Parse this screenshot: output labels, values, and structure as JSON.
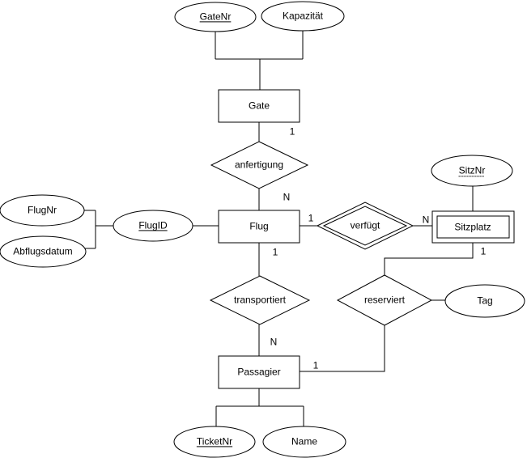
{
  "diagram": {
    "type": "er-diagram",
    "colors": {
      "background": "#ffffff",
      "stroke": "#000000",
      "text": "#000000"
    },
    "entities": {
      "gate": {
        "label": "Gate",
        "kind": "entity"
      },
      "flug": {
        "label": "Flug",
        "kind": "entity"
      },
      "sitzplatz": {
        "label": "Sitzplatz",
        "kind": "weak-entity"
      },
      "passagier": {
        "label": "Passagier",
        "kind": "entity"
      }
    },
    "relationships": {
      "anfertigung": {
        "label": "anfertigung",
        "kind": "relationship"
      },
      "verfuegt": {
        "label": "verfügt",
        "kind": "identifying-relationship"
      },
      "transportiert": {
        "label": "transportiert",
        "kind": "relationship"
      },
      "reserviert": {
        "label": "reserviert",
        "kind": "relationship"
      }
    },
    "attributes": {
      "gatenr": {
        "label": "GateNr",
        "key": "primary"
      },
      "kapazitaet": {
        "label": "Kapazität",
        "key": "none"
      },
      "sitznr": {
        "label": "SitzNr",
        "key": "partial"
      },
      "flugnr": {
        "label": "FlugNr",
        "key": "none"
      },
      "abflugsdatum": {
        "label": "Abflugsdatum",
        "key": "none"
      },
      "flugid": {
        "label": "FlugID",
        "key": "primary"
      },
      "tag": {
        "label": "Tag",
        "key": "none"
      },
      "ticketnr": {
        "label": "TicketNr",
        "key": "primary"
      },
      "name": {
        "label": "Name",
        "key": "none"
      }
    },
    "cardinalities": {
      "gate_anfertigung": "1",
      "anfertigung_flug": "N",
      "flug_verfuegt": "1",
      "verfuegt_sitzplatz": "N",
      "sitzplatz_reserviert": "1",
      "flug_transportiert": "1",
      "transportiert_passagier": "N",
      "passagier_reserviert": "1"
    }
  }
}
